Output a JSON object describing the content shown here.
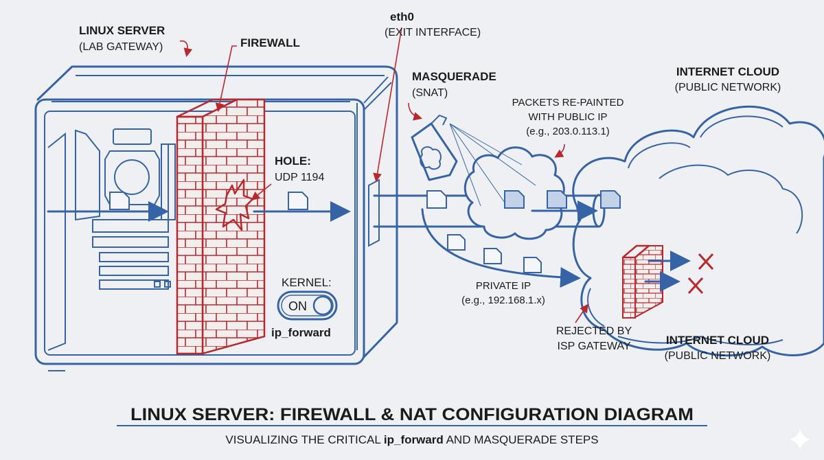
{
  "colors": {
    "background": "#eef0f4",
    "hardware_blue": "#3563a6",
    "firewall_red": "#b8282c",
    "text": "#1b1b1b"
  },
  "labels": {
    "server_title": "LINUX SERVER",
    "server_sub": "(LAB GATEWAY)",
    "firewall": "FIREWALL",
    "eth0_title": "eth0",
    "eth0_sub": "(EXIT INTERFACE)",
    "masq_title": "MASQUERADE",
    "masq_sub": "(SNAT)",
    "repaint_1": "PACKETS RE-PAINTED",
    "repaint_2": "WITH PUBLIC IP",
    "repaint_3": "(e.g., 203.0.113.1)",
    "cloud_top_title": "INTERNET CLOUD",
    "cloud_top_sub": "(PUBLIC NETWORK)",
    "hole_title": "HOLE:",
    "hole_sub": "UDP 1194",
    "kernel": "KERNEL:",
    "toggle_state": "ON",
    "ip_forward": "ip_forward",
    "private_1": "PRIVATE IP",
    "private_2": "(e.g., 192.168.1.x)",
    "rejected_1": "REJECTED BY",
    "rejected_2": "ISP GATEWAY",
    "cloud_bottom_title": "INTERNET CLOUD",
    "cloud_bottom_sub": "(PUBLIC NETWORK)"
  },
  "footer": {
    "title": "LINUX SERVER: FIREWALL & NAT CONFIGURATION DIAGRAM",
    "subtitle_pre": "VISUALIZING THE CRITICAL ",
    "subtitle_bold": "ip_forward",
    "subtitle_post": " AND MASQUERADE STEPS"
  },
  "icons": [
    "server-chassis",
    "brick-wall",
    "spray-can",
    "packet",
    "cloud",
    "reject-x",
    "toggle-switch",
    "sparkle"
  ],
  "toggle": {
    "on": true
  }
}
